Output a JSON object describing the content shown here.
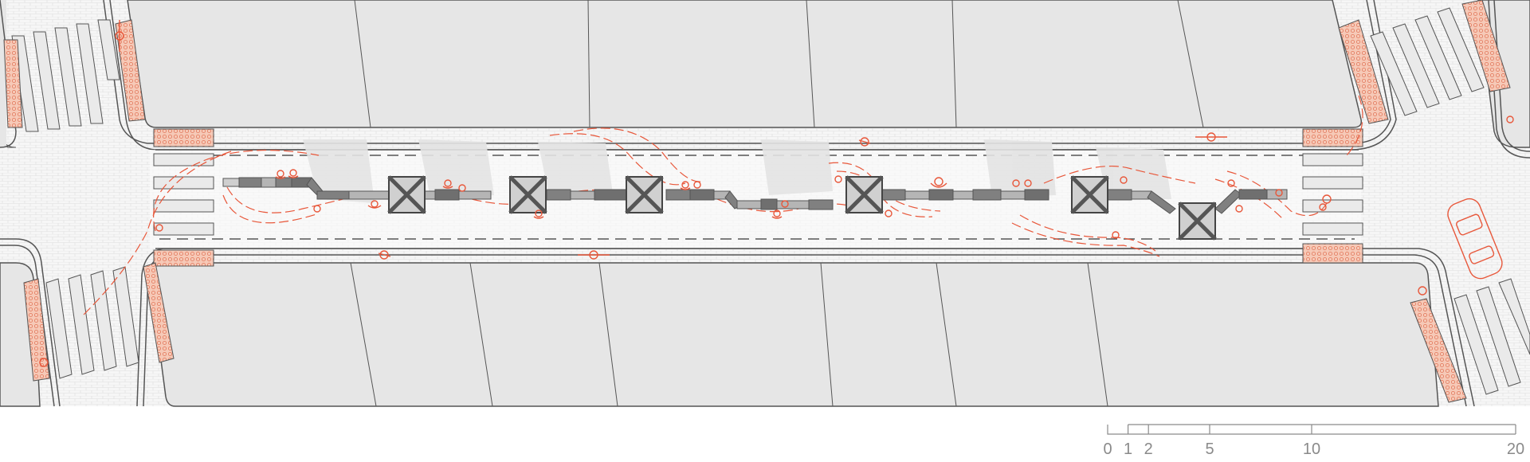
{
  "scale_bar": {
    "labels": [
      "0",
      "1",
      "2",
      "5",
      "10",
      "20"
    ],
    "values": [
      0,
      1,
      2,
      5,
      10,
      20
    ]
  },
  "colors": {
    "block": "#e6e6e6",
    "pavement": "#f4f4f4",
    "outline": "#555555",
    "accent": "#e8573a",
    "tactile": "#f2b9a3",
    "bench_dark": "#808080",
    "bench_light": "#b5b5b5"
  }
}
